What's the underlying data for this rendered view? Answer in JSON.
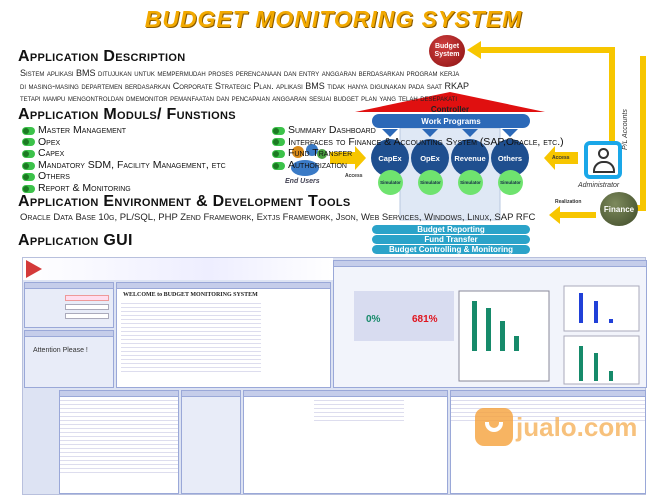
{
  "title": "BUDGET MONITORING SYSTEM",
  "description": {
    "heading": "Application Description",
    "lines": [
      "Sistem aplikasi BMS ditujukan untuk mempermudah proses perencanaan dan entry anggaran berdasarkan program kerja",
      "di masing-masing departemen berdasarkan Corporate Strategic Plan. aplikasi BMS tidak hanya digunakan pada saat RKAP",
      "tetapi mampu mengontroldan dmemonitor pemanfaatan dan pencapaian anggaran sesuai budget plan yang telah desepakati"
    ]
  },
  "modules": {
    "heading": "Application Moduls/ Funstions",
    "left": [
      "Master Management",
      "Opex",
      "Capex",
      "Mandatory SDM, Facility Management, etc",
      "Others",
      "Report & Monitoring"
    ],
    "right": [
      "Summary Dashboard",
      "Interfaces to Finance & Accounting System (SAP,Oracle, etc.)",
      "Fund Transfer",
      "Authorization"
    ]
  },
  "environment": {
    "heading": "Application Environment & Development Tools",
    "text": "Oracle Data Base 10g, PL/SQL, PHP Zend Framework, Extjs Framework, Json, Web Services, Windows, Linux, SAP RFC"
  },
  "gui": {
    "heading": "Application GUI",
    "welcome": "WELCOME to BUDGET MONITORING SYSTEM",
    "attention": "Attention Please !",
    "kpi1": "0%",
    "kpi2": "681%",
    "watermark": "jualo.com"
  },
  "diagram": {
    "budget_system": "Budget System",
    "controller": "Controller",
    "work_programs": "Work Programs",
    "categories": [
      "CapEx",
      "OpEx",
      "Revenue",
      "Others"
    ],
    "simulator": "Simulator",
    "budget_reporting": "Budget Reporting",
    "fund_transfer": "Fund Transfer",
    "budget_controlling": "Budget Controlling & Monitoring",
    "access": "Access",
    "end_users": "End Users",
    "administrator": "Administrator",
    "finance": "Finance",
    "realization": "Realization",
    "pl_accounts": "P/L Accounts"
  },
  "colors": {
    "title": "#f2a900",
    "arrow": "#f7c600",
    "toggle": "#3cc24a",
    "budget_system": "#9e1b1b",
    "category": "#1f4f8f",
    "simulator": "#6fe36f"
  }
}
